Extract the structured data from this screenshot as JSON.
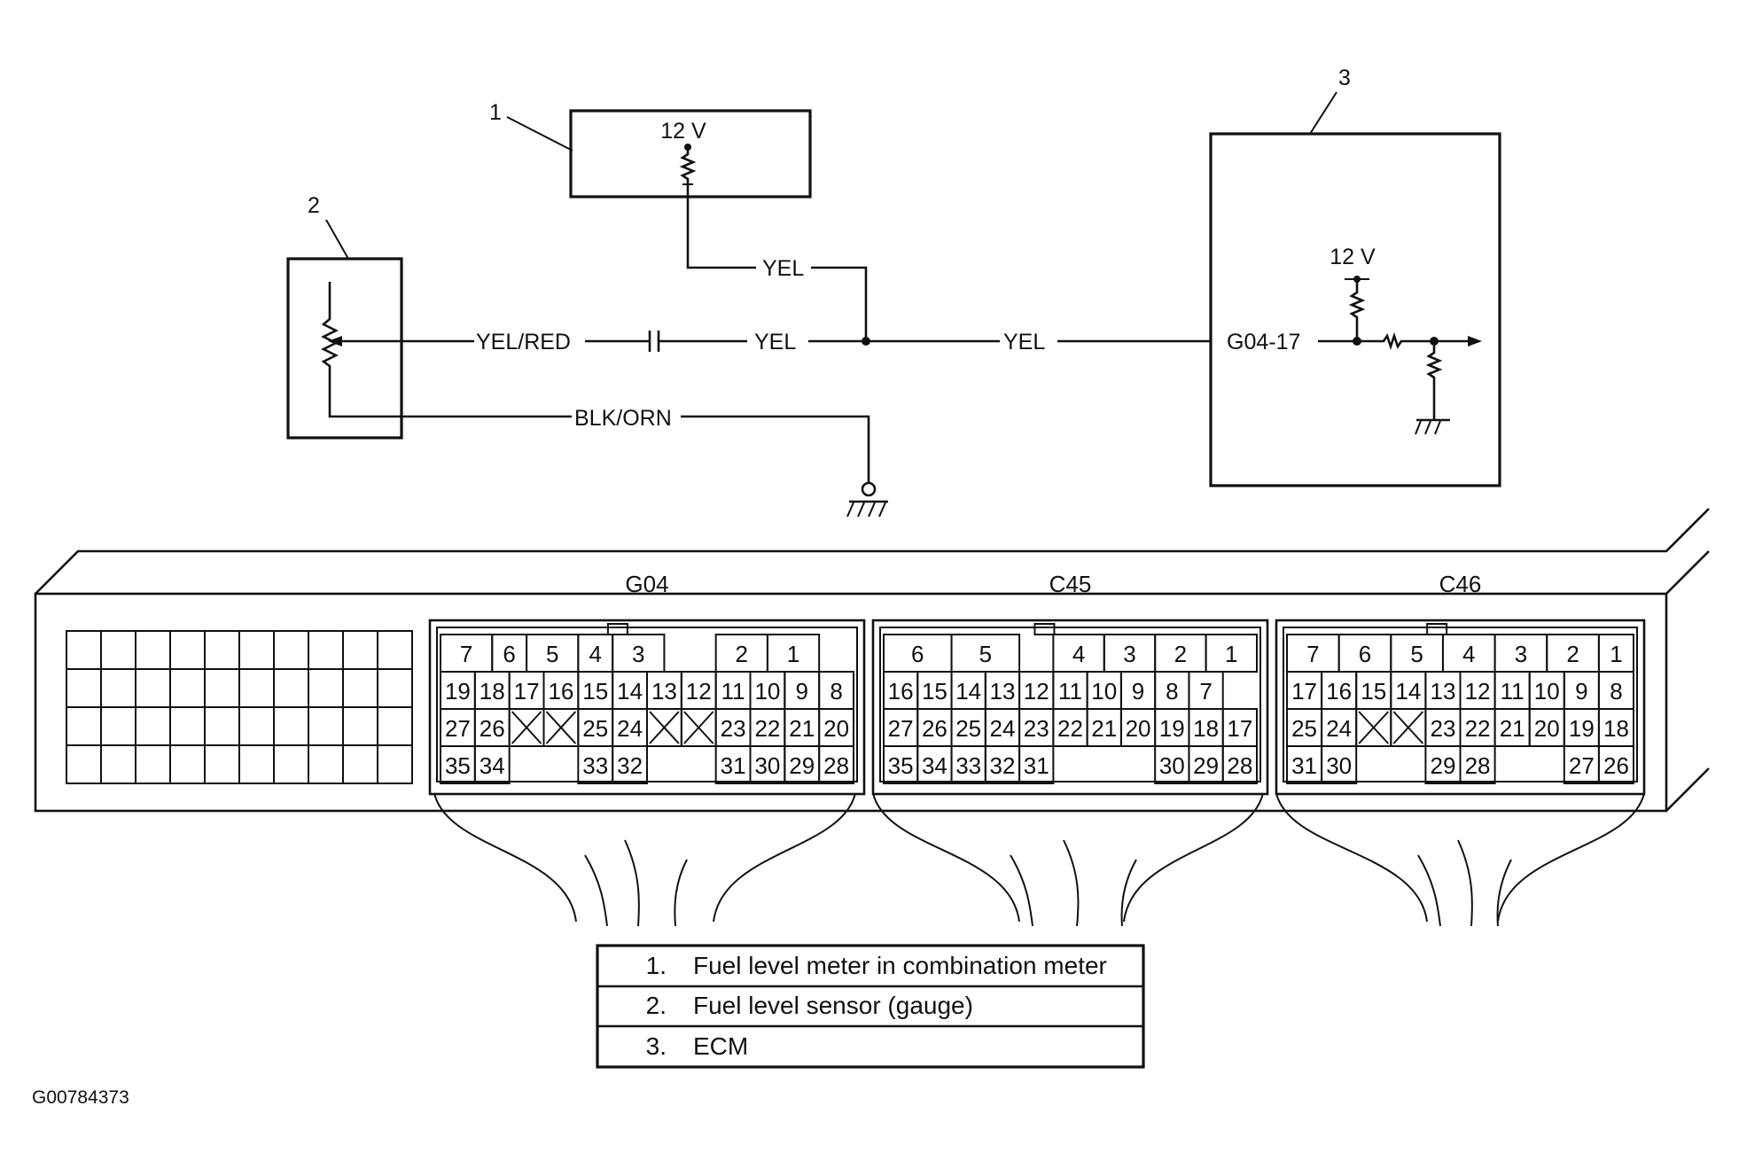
{
  "callouts": [
    "1",
    "2",
    "3"
  ],
  "combination_meter": {
    "supply": "12 V"
  },
  "ecm": {
    "supply": "12 V",
    "terminal": "G04-17"
  },
  "wires": {
    "meter_drop": "YEL",
    "sensor_signal": "YEL/RED",
    "signal_mid": "YEL",
    "signal_ecm": "YEL",
    "ground": "BLK/ORN"
  },
  "connectors": [
    {
      "name": "G04",
      "rows": [
        [
          "7",
          "6",
          "5",
          "4",
          "3",
          "",
          "2",
          "1"
        ],
        [
          "19",
          "18",
          "17",
          "16",
          "15",
          "14",
          "13",
          "12",
          "11",
          "10",
          "9",
          "8"
        ],
        [
          "27",
          "26",
          "X",
          "X",
          "25",
          "24",
          "X",
          "X",
          "23",
          "22",
          "21",
          "20"
        ],
        [
          "35",
          "34",
          "",
          "",
          "33",
          "32",
          "",
          "",
          "31",
          "30",
          "29",
          "28"
        ]
      ]
    },
    {
      "name": "C45",
      "rows": [
        [
          "6",
          "5",
          "",
          "4",
          "3",
          "2",
          "1"
        ],
        [
          "16",
          "15",
          "14",
          "13",
          "12",
          "11",
          "10",
          "9",
          "8",
          "7",
          ""
        ],
        [
          "27",
          "26",
          "25",
          "24",
          "23",
          "22",
          "21",
          "20",
          "19",
          "18",
          "17"
        ],
        [
          "35",
          "34",
          "33",
          "32",
          "31",
          "",
          "",
          "",
          "30",
          "29",
          "28"
        ]
      ]
    },
    {
      "name": "C46",
      "rows": [
        [
          "7",
          "6",
          "5",
          "4",
          "3",
          "2",
          "1"
        ],
        [
          "17",
          "16",
          "15",
          "14",
          "13",
          "12",
          "11",
          "10",
          "9",
          "8"
        ],
        [
          "25",
          "24",
          "X",
          "X",
          "23",
          "22",
          "21",
          "20",
          "19",
          "18"
        ],
        [
          "31",
          "30",
          "",
          "",
          "29",
          "28",
          "",
          "",
          "27",
          "26"
        ]
      ]
    }
  ],
  "legend": [
    {
      "num": "1.",
      "text": "Fuel level meter in combination meter"
    },
    {
      "num": "2.",
      "text": "Fuel level sensor (gauge)"
    },
    {
      "num": "3.",
      "text": "ECM"
    }
  ],
  "figure_id": "G00784373"
}
